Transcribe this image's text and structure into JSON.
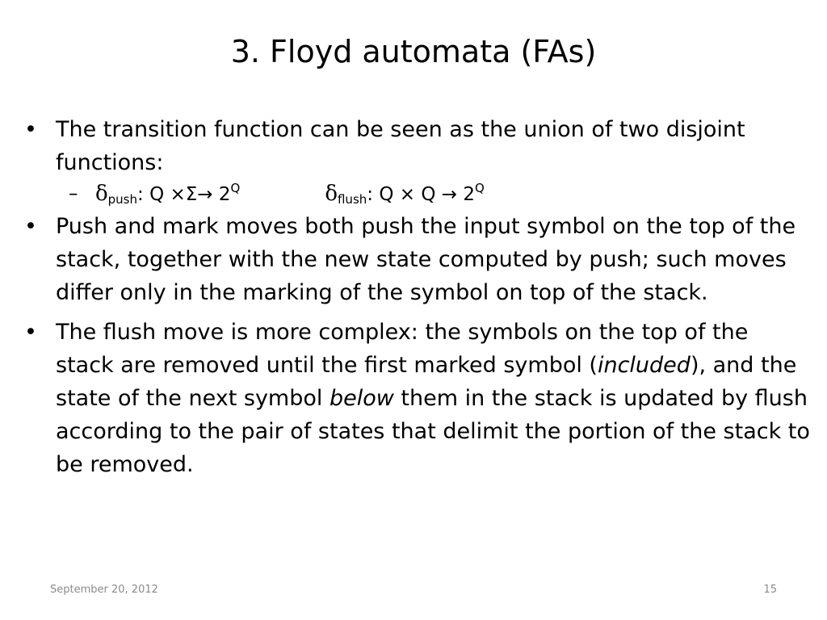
{
  "slide": {
    "title": "3. Floyd automata (FAs)",
    "bullet1": "The transition function can be seen as the union of two disjoint functions:",
    "sub": {
      "dash": "–",
      "push": {
        "delta": "δ",
        "subscript": "push",
        "text": ": Q ×Σ→ 2",
        "superscript": "Q"
      },
      "flush": {
        "delta": "δ",
        "subscript": "flush",
        "text": ": Q × Q → 2",
        "superscript": "Q"
      }
    },
    "bullet2": "Push and mark moves both push the input symbol on the top of the stack, together with the new state computed by push; such moves differ only in the marking of the symbol on top of the stack.",
    "bullet3": {
      "part1": "The flush move is more complex: the symbols on the top of the stack are removed until the first marked symbol (",
      "italic1": "included",
      "part2": "), and the state of the next symbol ",
      "italic2": "below",
      "part3": " them in the stack is updated by flush according to the pair of states that delimit the portion of the stack to be removed."
    },
    "bullet_glyph": "•",
    "footer": {
      "date": "September 20, 2012",
      "page": "15"
    }
  }
}
